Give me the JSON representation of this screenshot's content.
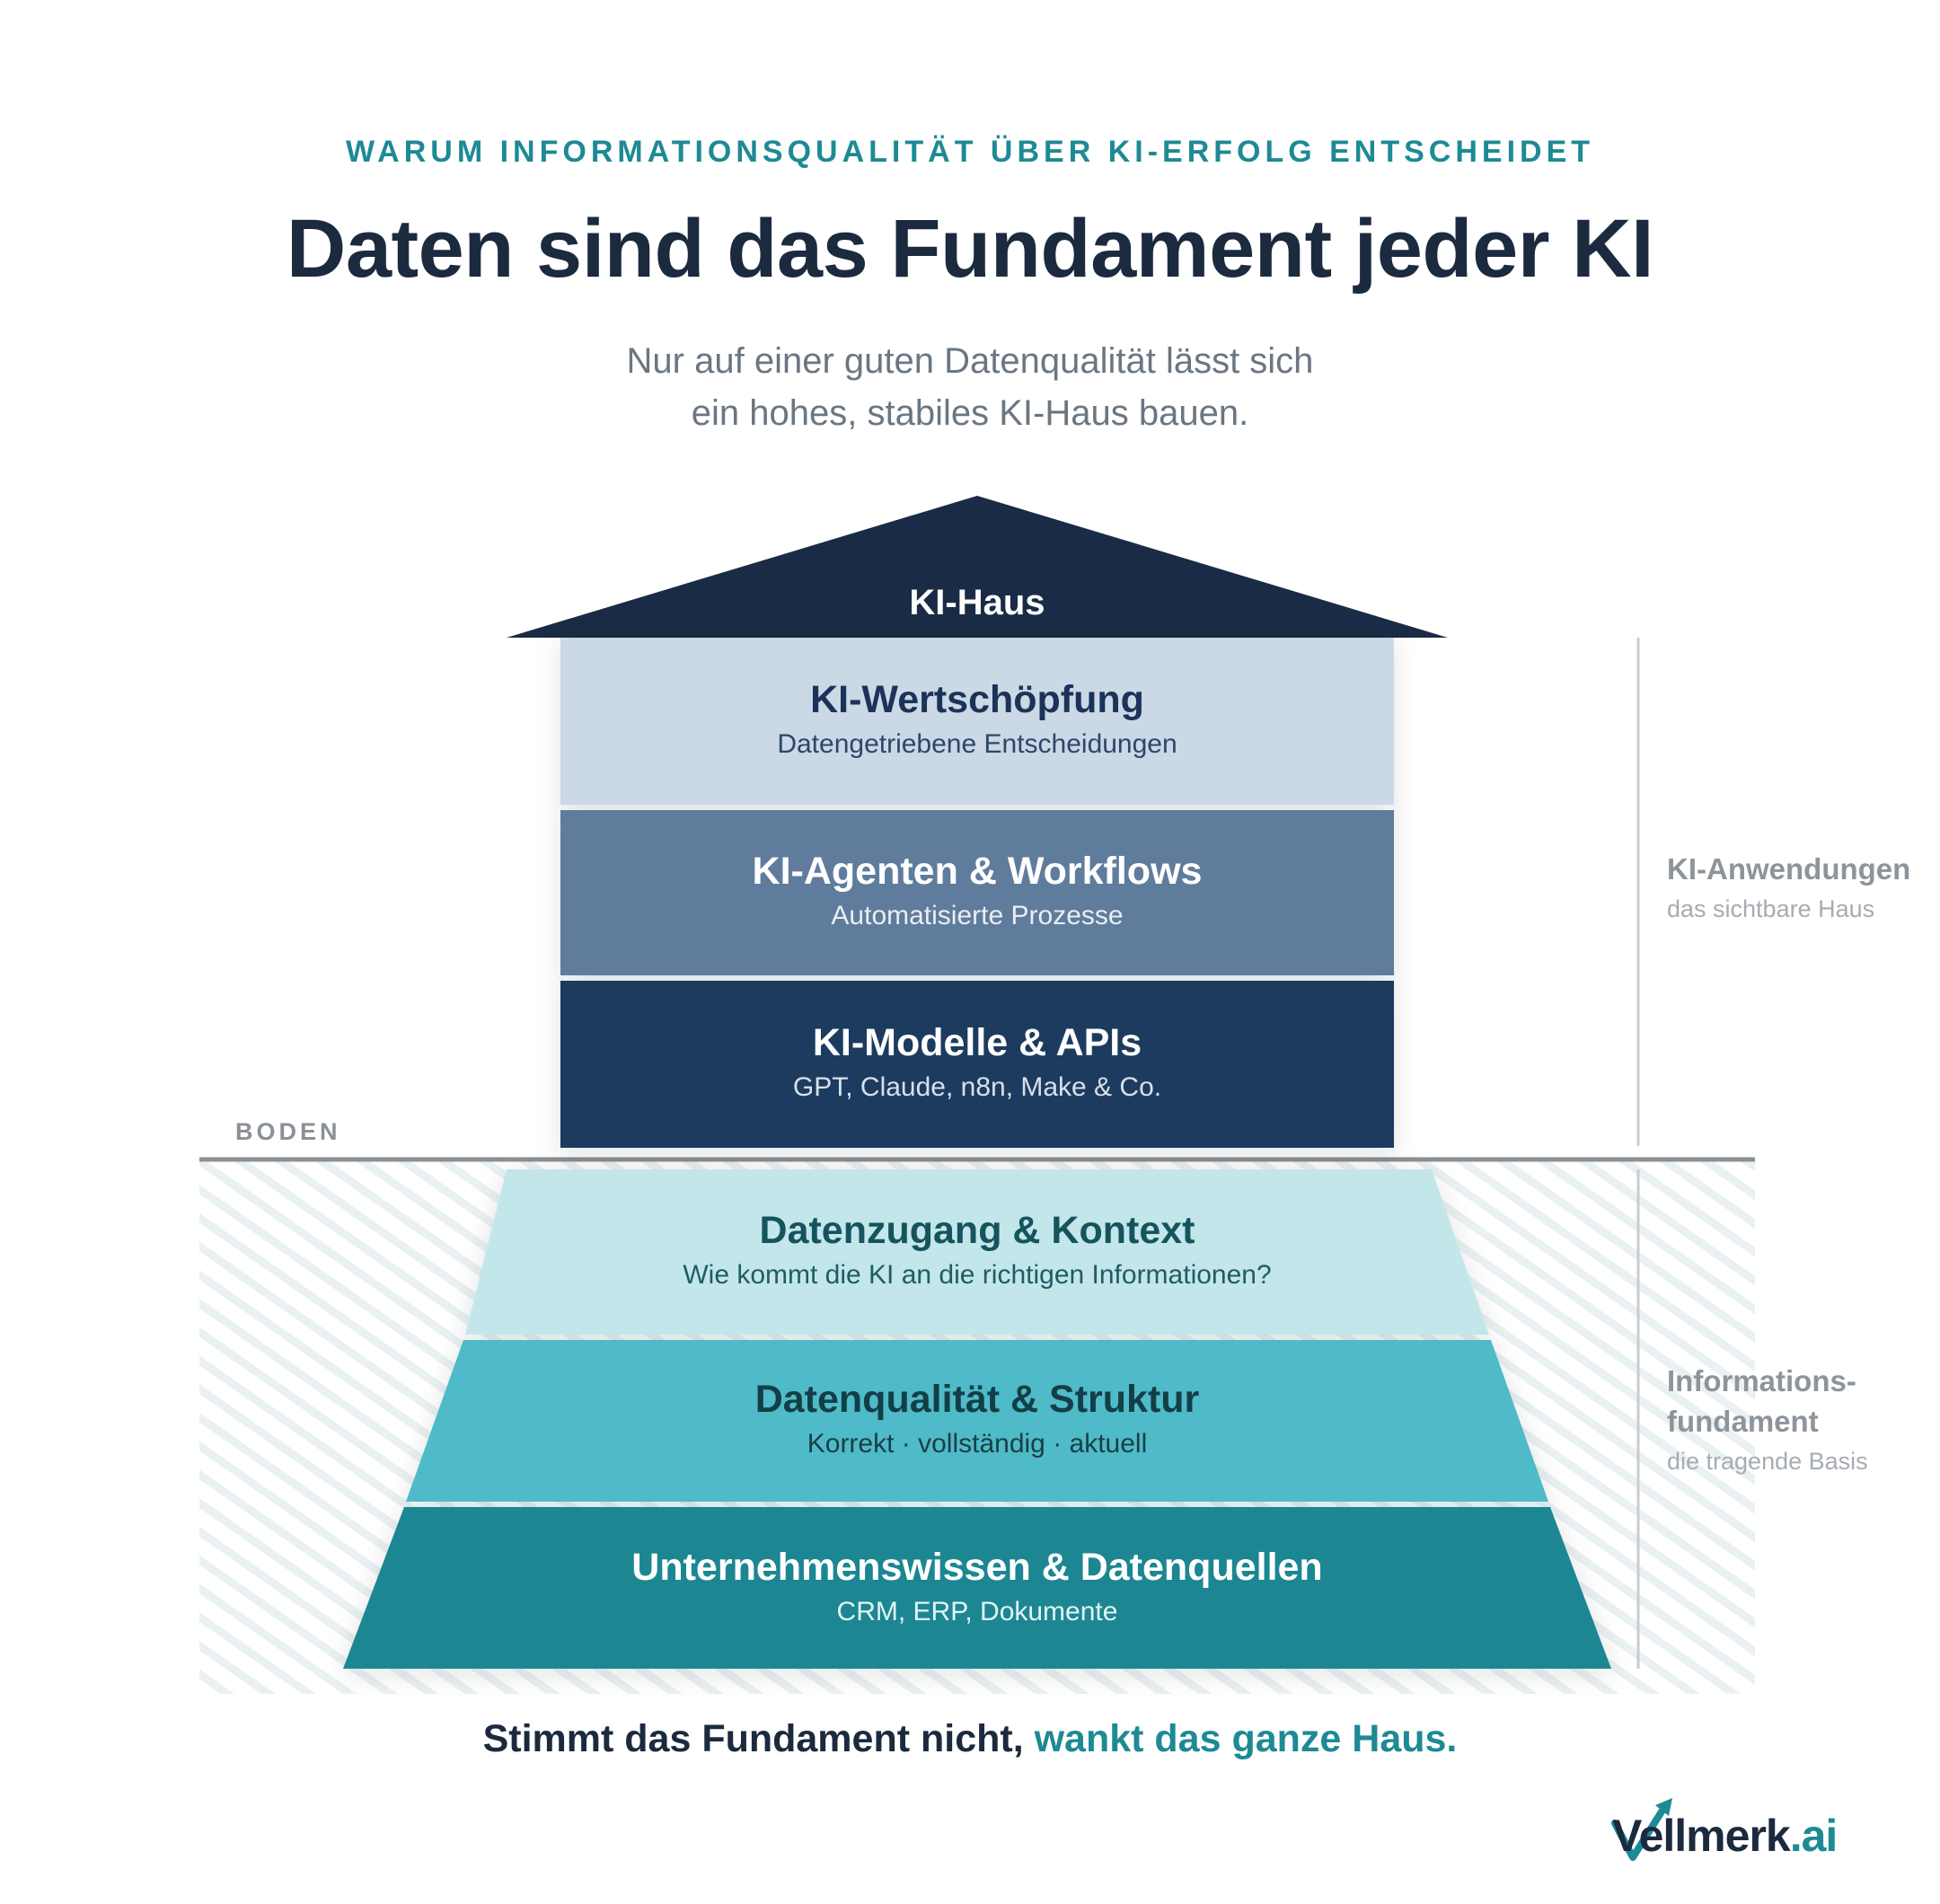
{
  "header": {
    "eyebrow": "WARUM INFORMATIONSQUALITÄT ÜBER KI-ERFOLG ENTSCHEIDET",
    "title": "Daten sind das Fundament jeder KI",
    "subtitle_line1": "Nur auf einer guten Datenqualität lässt sich",
    "subtitle_line2": "ein hohes, stabiles KI-Haus bauen."
  },
  "roof": {
    "label": "KI-Haus",
    "color": "#1a2b45"
  },
  "house_layers": [
    {
      "title": "KI-Wertschöpfung",
      "subtitle": "Datengetriebene Entscheidungen",
      "fill": "#cbd8e5",
      "title_color": "#1b3358",
      "sub_color": "#2e466a"
    },
    {
      "title": "KI-Agenten & Workflows",
      "subtitle": "Automatisierte Prozesse",
      "fill": "#617b9c",
      "title_color": "#ffffff",
      "sub_color": "#e9eef4"
    },
    {
      "title": "KI-Modelle & APIs",
      "subtitle": "GPT, Claude, n8n, Make & Co.",
      "fill": "#1e3a5f",
      "title_color": "#ffffff",
      "sub_color": "#d8e0ea"
    }
  ],
  "ground": {
    "label": "BODEN"
  },
  "foundation_layers": [
    {
      "title": "Datenzugang & Kontext",
      "subtitle": "Wie kommt die KI an die richtigen Informationen?",
      "fill": "#c3e6eb",
      "title_color": "#16545d",
      "sub_color": "#1f5c65"
    },
    {
      "title": "Datenqualität & Struktur",
      "subtitle": "Korrekt · vollständig · aktuell",
      "fill": "#50bac8",
      "title_color": "#123f47",
      "sub_color": "#173f47"
    },
    {
      "title": "Unternehmenswissen & Datenquellen",
      "subtitle": "CRM, ERP, Dokumente",
      "fill": "#1c8792",
      "title_color": "#ffffff",
      "sub_color": "#e4f3f5"
    }
  ],
  "side_labels": {
    "top": {
      "title": "KI-Anwendungen",
      "subtitle": "das sichtbare Haus"
    },
    "bottom": {
      "title_line1": "Informations-",
      "title_line2": "fundament",
      "subtitle": "die tragende Basis"
    }
  },
  "footer": {
    "text_plain": "Stimmt das Fundament nicht, ",
    "text_accent": "wankt das ganze Haus."
  },
  "logo": {
    "name": "Vellmerk",
    "tld": ".ai",
    "icon": "checkmark-icon"
  },
  "colors": {
    "accent": "#1d8a95",
    "dark": "#1b2a3e"
  }
}
